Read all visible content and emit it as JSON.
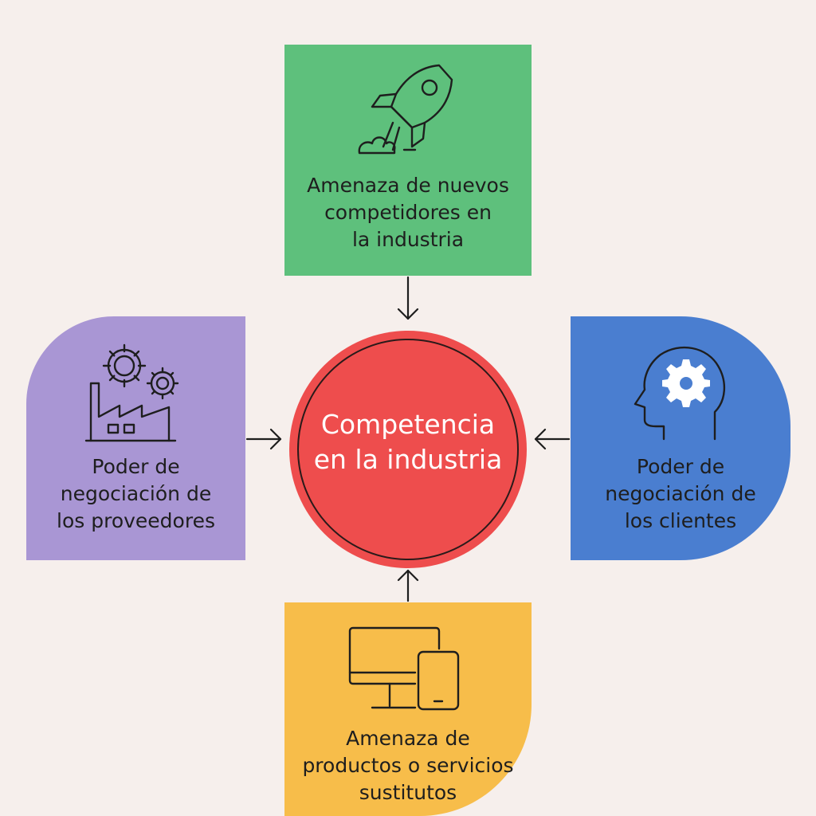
{
  "center": {
    "label": "Competencia\nen la industria"
  },
  "forces": {
    "top": {
      "label": "Amenaza de nuevos\ncompetidores en\nla industria",
      "icon": "rocket-icon",
      "color": "#5ec07c"
    },
    "left": {
      "label": "Poder de\nnegociación de\nlos proveedores",
      "icon": "factory-gears-icon",
      "color": "#a996d4"
    },
    "right": {
      "label": "Poder de\nnegociación de\nlos clientes",
      "icon": "head-gear-icon",
      "color": "#4a7ed0"
    },
    "bottom": {
      "label": "Amenaza de\nproductos o servicios\nsustitutos",
      "icon": "devices-icon",
      "color": "#f7bd4a"
    }
  },
  "colors": {
    "background": "#f6efec",
    "center": "#ee4d4d"
  }
}
